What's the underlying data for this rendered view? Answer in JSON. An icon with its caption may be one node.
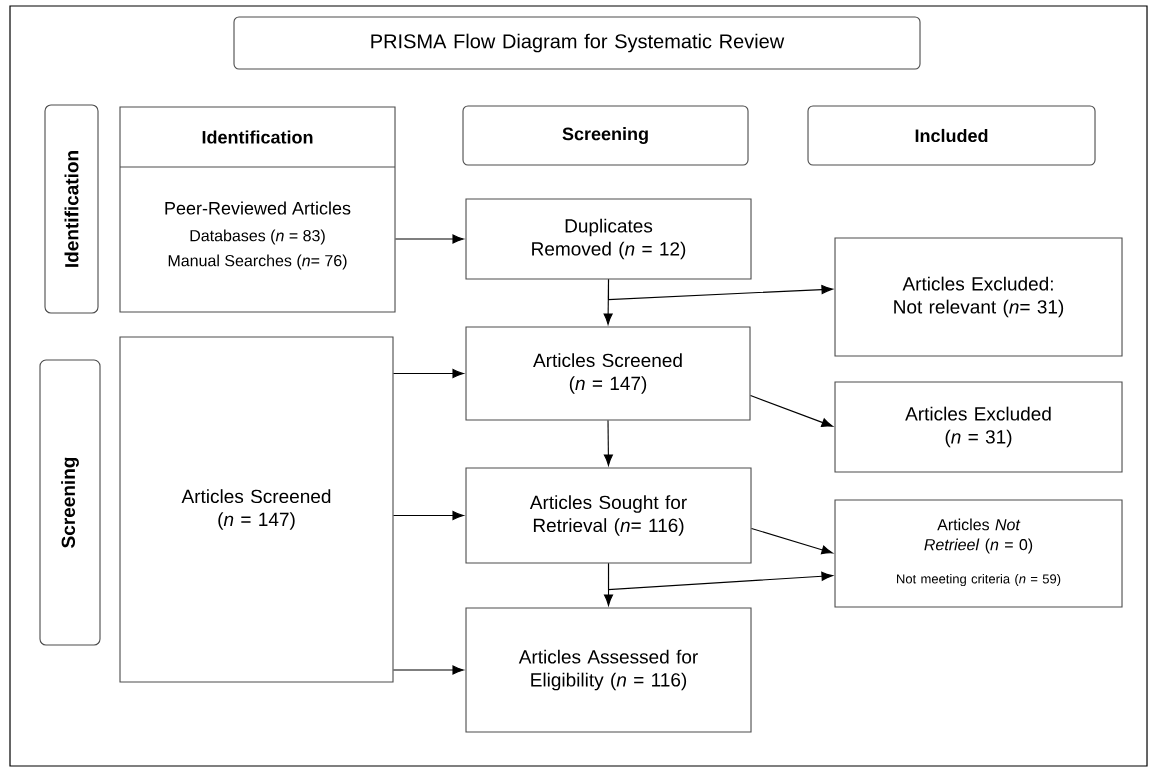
{
  "diagram": {
    "nodes": [
      {
        "text": [
          "PRISMA Flow Diagram for Systematic Review"
        ]
      },
      {
        "text": [
          "Identification"
        ]
      },
      {
        "text": [
          "Screening"
        ]
      },
      {
        "text": [
          "Identification",
          "Peer-Reviewed Articles",
          "Databases (*n* = 83)",
          "Manual Searches (*n*= 76)"
        ]
      },
      {
        "text": [
          "Screening"
        ]
      },
      {
        "text": [
          "Included"
        ]
      },
      {
        "text": [
          "Duplicates Removed (*n* = 12)"
        ]
      },
      {
        "text": [
          "Articles Excluded: Not relevant (*n*= 31)"
        ]
      },
      {
        "text": [
          "Articles Screened (*n* = 147)"
        ]
      },
      {
        "text": [
          "Articles Screened (*n* = 147)"
        ]
      },
      {
        "text": [
          "Articles Excluded (*n* = 31)"
        ]
      },
      {
        "text": [
          "Articles Sought for Retrieval (*n*= 116)"
        ]
      },
      {
        "text": [
          "Articles Assessed for Eligibility (*n* = 116)"
        ]
      },
      {
        "text": [
          "Articles *Not Retrieel* (*n* = 0)",
          "Not meeting criteria (*n* = 59)"
        ]
      }
    ],
    "edges": [
      {
        "from": 3,
        "to": 6,
        "arrow": "to"
      },
      {
        "from": 6,
        "to": 9,
        "arrow": "to"
      },
      {
        "from": 6,
        "to": 7,
        "arrow": "to"
      },
      {
        "from": 8,
        "to": 9,
        "arrow": "to"
      },
      {
        "from": 8,
        "to": 11,
        "arrow": "to"
      },
      {
        "from": 8,
        "to": 12,
        "arrow": "to"
      },
      {
        "from": 9,
        "to": 10,
        "arrow": "to"
      },
      {
        "from": 9,
        "to": 11,
        "arrow": "to"
      },
      {
        "from": 11,
        "to": 13,
        "arrow": "to"
      },
      {
        "from": 11,
        "to": 12,
        "arrow": "to"
      },
      {
        "from": 11,
        "to": 13,
        "arrow": "to"
      }
    ]
  }
}
